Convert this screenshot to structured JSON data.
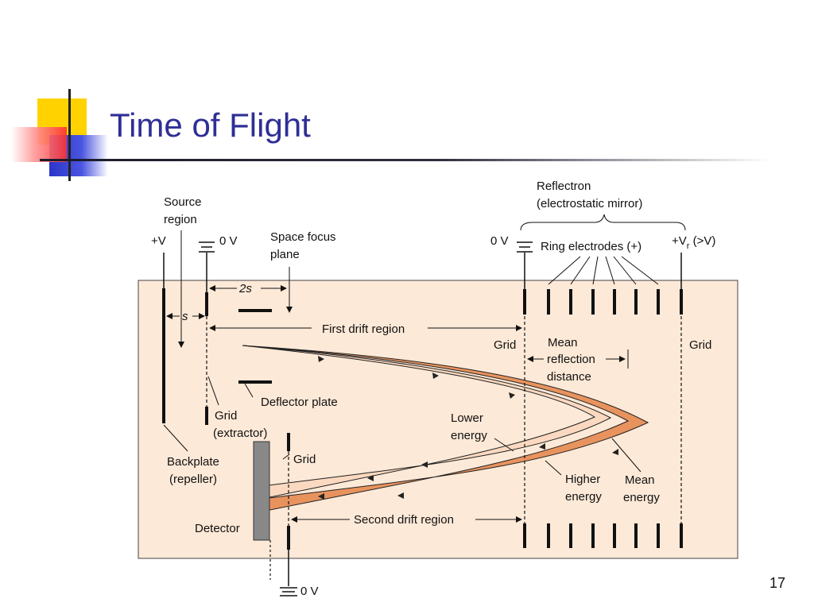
{
  "slide": {
    "title": "Time of Flight",
    "page_number": "17"
  },
  "colors": {
    "title": "#2f2f96",
    "panel": "#fde9d7",
    "higher_energy_path": "#e8935e",
    "lower_energy_path": "#fbd9c0",
    "detector": "#888888",
    "deco_yellow": "#ffd200",
    "deco_red": "#ff3b3b",
    "deco_blue": "#2b35c8"
  },
  "diagram": {
    "source_region": "Source region",
    "source_region_l1": "Source",
    "source_region_l2": "region",
    "plus_v": "+V",
    "zero_v_source": "0 V",
    "space_focus_l1": "Space focus",
    "space_focus_l2": "plane",
    "two_s": "2s",
    "s": "s",
    "reflectron_l1": "Reflectron",
    "reflectron_l2": "(electrostatic mirror)",
    "zero_v_reflectron": "0 V",
    "ring_electrodes": "Ring electrodes (+)",
    "vr_main": "+V",
    "vr_sub": "r",
    "vr_rest": " (>V)",
    "first_drift_region": "First drift region",
    "grid_left": "Grid",
    "mean_reflection_l1": "Mean",
    "mean_reflection_l2": "reflection",
    "mean_reflection_l3": "distance",
    "grid_right": "Grid",
    "deflector_plate": "Deflector plate",
    "grid_extractor_l1": "Grid",
    "grid_extractor_l2": "(extractor)",
    "lower_energy_l1": "Lower",
    "lower_energy_l2": "energy",
    "grid_detector": "Grid",
    "backplate_l1": "Backplate",
    "backplate_l2": "(repeller)",
    "higher_energy_l1": "Higher",
    "higher_energy_l2": "energy",
    "mean_energy_l1": "Mean",
    "mean_energy_l2": "energy",
    "detector": "Detector",
    "second_drift_region": "Second drift region",
    "zero_v_bottom": "0 V"
  }
}
